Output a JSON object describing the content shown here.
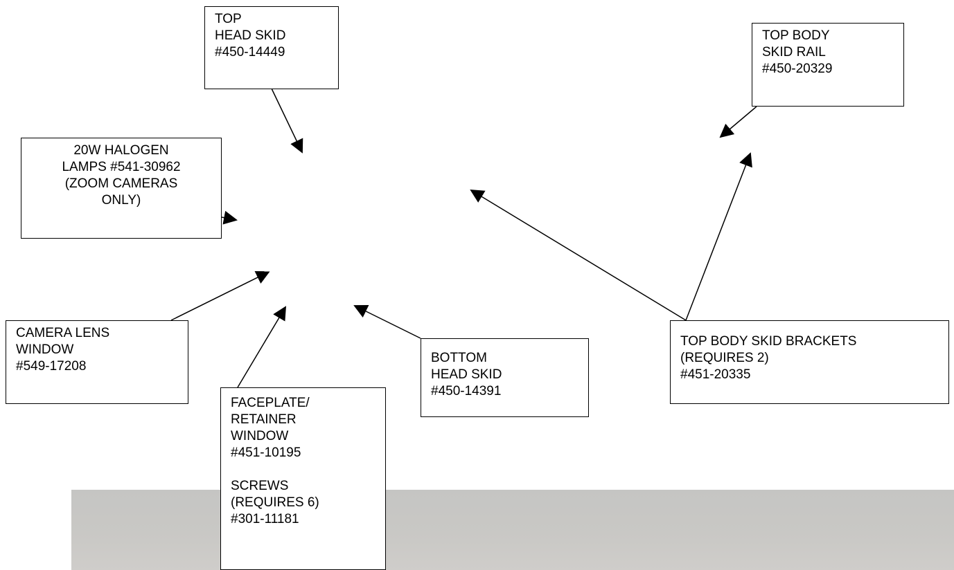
{
  "colors": {
    "background": "#ffffff",
    "line": "#000000",
    "photo_strip": "#c8c7c4"
  },
  "callouts": [
    {
      "id": "top-head-skid",
      "text": "TOP\nHEAD SKID\n#450-14449"
    },
    {
      "id": "top-body-skid-rail",
      "text": "TOP BODY\nSKID RAIL\n#450-20329"
    },
    {
      "id": "halogen-lamps",
      "text": "20W HALOGEN\nLAMPS #541-30962\n(ZOOM CAMERAS\nONLY)"
    },
    {
      "id": "camera-lens-window",
      "text": "CAMERA LENS\nWINDOW\n#549-17208"
    },
    {
      "id": "faceplate-retainer",
      "text": "FACEPLATE/\nRETAINER\nWINDOW\n#451-10195\n\nSCREWS\n(REQUIRES 6)\n#301-11181"
    },
    {
      "id": "bottom-head-skid",
      "text": "BOTTOM\nHEAD SKID\n#450-14391"
    },
    {
      "id": "top-body-skid-brackets",
      "text": "TOP BODY SKID BRACKETS\n(REQUIRES 2)\n#451-20335"
    }
  ]
}
